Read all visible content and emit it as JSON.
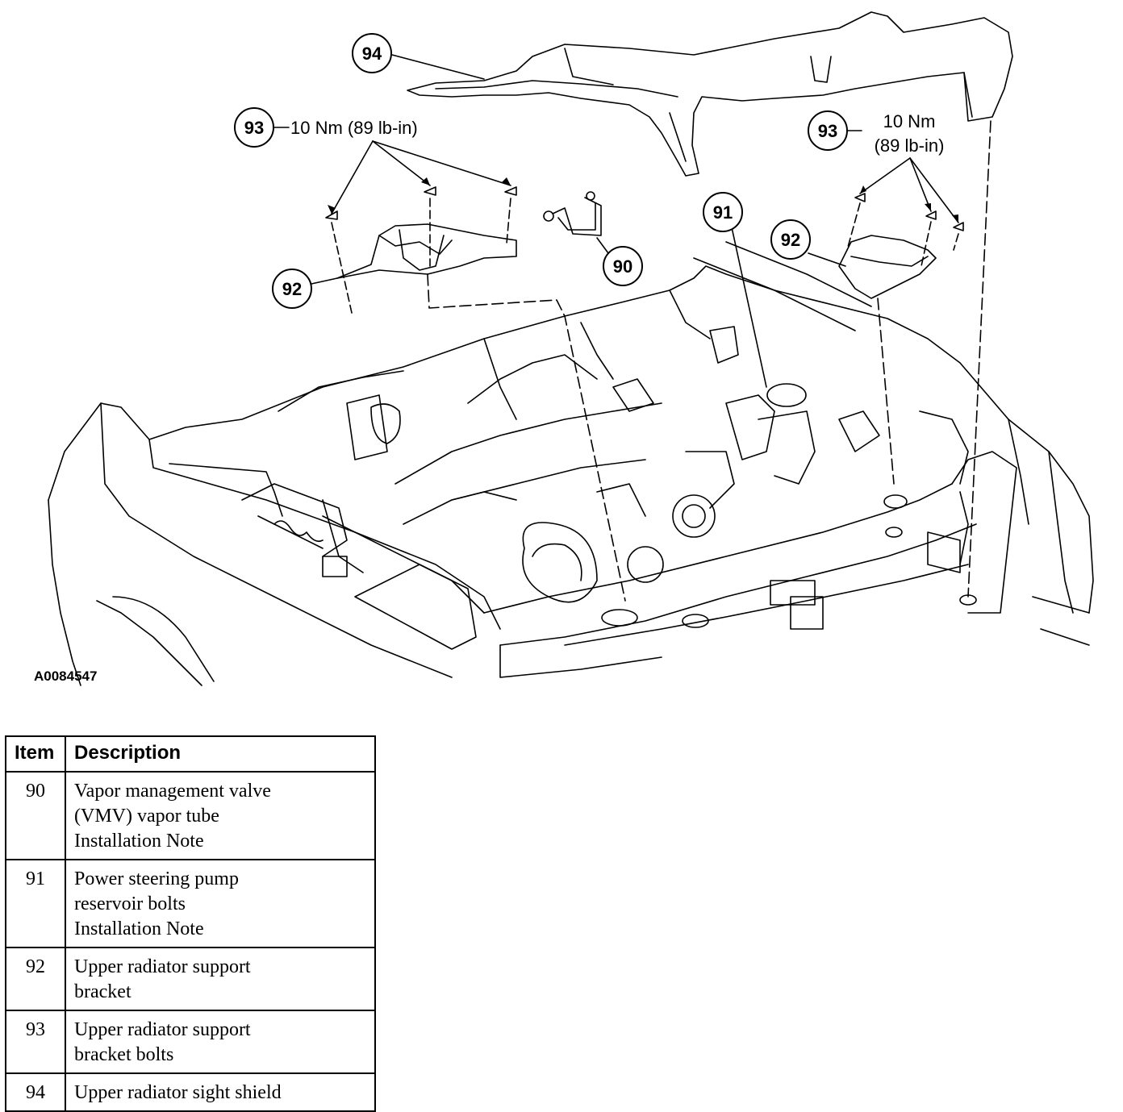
{
  "figure_id": "A0084547",
  "callouts": [
    {
      "id": "94",
      "number": "94"
    },
    {
      "id": "93-left",
      "number": "93",
      "torque_line1": "10 Nm (89 lb-in)"
    },
    {
      "id": "93-right",
      "number": "93",
      "torque_line1": "10 Nm",
      "torque_line2": "(89 lb-in)"
    },
    {
      "id": "92-left",
      "number": "92"
    },
    {
      "id": "92-right",
      "number": "92"
    },
    {
      "id": "91",
      "number": "91"
    },
    {
      "id": "90",
      "number": "90"
    }
  ],
  "legend_table": {
    "headers": {
      "item": "Item",
      "description": "Description"
    },
    "rows": [
      {
        "item": "90",
        "lines": [
          "Vapor management valve",
          "(VMV) vapor tube",
          "Installation Note"
        ]
      },
      {
        "item": "91",
        "lines": [
          "Power steering pump",
          "reservoir bolts",
          "Installation Note"
        ]
      },
      {
        "item": "92",
        "lines": [
          "Upper radiator support",
          "bracket"
        ]
      },
      {
        "item": "93",
        "lines": [
          "Upper radiator support",
          "bracket bolts"
        ]
      },
      {
        "item": "94",
        "lines": [
          "Upper radiator sight shield"
        ]
      }
    ]
  }
}
